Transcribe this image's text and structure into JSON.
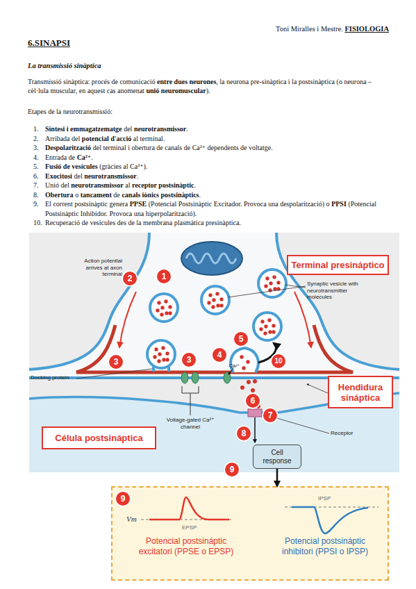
{
  "diagram": {
    "title": "6.SINAPSI",
    "nodes": [
      {
        "text": [
          "Terminal presináptico"
        ]
      },
      {
        "text": [
          "Hendidura sináptica"
        ]
      },
      {
        "text": [
          "Célula postsináptica"
        ]
      },
      {
        "text": [
          "Cell response"
        ]
      },
      {
        "text": [
          "Potencial postsináptic excitatori (PPSE o EPSP)",
          "Potencial postsináptic inhibitori (PPSI o IPSP)"
        ]
      }
    ],
    "edges": [
      {
        "from": 3,
        "to": 4,
        "arrow": "to"
      }
    ],
    "labels": [
      "Toni Miralles i Mestre.",
      "FISIOLOGIA",
      "La transmissió sinàptica",
      "Transmissió sinàptica: procés de comunicació",
      "entre dues neurones",
      ", la neurona pre-sinàptica i la postsinàptica (o neurona – cèl·lula muscular, en aquest cas anomenat",
      "unió neuromuscular",
      ").",
      "Etapes de la neurotransmissió:",
      "1.",
      "Síntesi i emmagatzematge",
      "del",
      "neurotransmissor",
      ".",
      "2.",
      "Arribada del",
      "potencial d'acció",
      "al terminal.",
      "3.",
      "Despolarització",
      "del terminal i obertura de canals de Ca²⁺ dependents de voltatge.",
      "4.",
      "Entrada de",
      "Ca²⁺",
      ".",
      "5.",
      "Fusió de vesícules",
      "(gràcies al Ca²⁺).",
      "6.",
      "Exocitosi",
      "del",
      "neurotransmissor",
      ".",
      "7.",
      "Unió del",
      "neurotransmissor",
      "al",
      "receptor postsinàptic",
      ".",
      "8.",
      "Obertura",
      "o",
      "tancament",
      "de",
      "canals iònics postsinàptics",
      ".",
      "9.",
      "El corrent postsinàptic genera",
      "PPSE",
      "(Potencial Postsinàptic Excitador. Provoca una despolarització) o",
      "PPSI",
      "(Potencial Postsinàptic Inhibidor. Provoca una hiperpolarització).",
      "10.",
      "Recuperació de vesícules des de la membrana plasmàtica presinàptica.",
      "Action potential arrives at axon terminal",
      "Synaptic vesicle with neurotransmitter molecules",
      "Docking protein",
      "Voltage-gated Ca²⁺ channel",
      "Ca²⁺",
      "Receptor",
      "1",
      "2",
      "3",
      "3",
      "4",
      "5",
      "6",
      "7",
      "8",
      "9",
      "10",
      "9",
      "Vm",
      "EPSP",
      "IPSP"
    ]
  }
}
